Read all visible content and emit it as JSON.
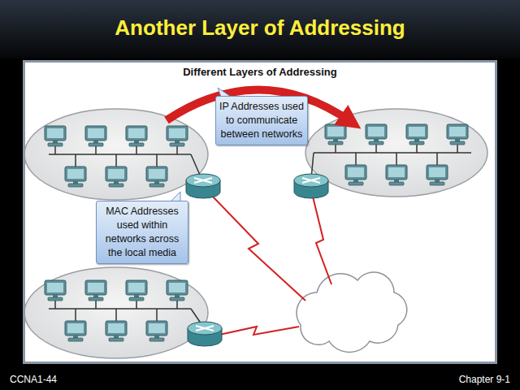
{
  "diagram": {
    "title": "Another Layer of Addressing",
    "nodes": [
      {
        "text": [
          "Different Layers of Addressing"
        ]
      },
      {
        "text": [
          "IP Addresses used to communicate between networks"
        ],
        "in": 0
      },
      {
        "text": [
          "MAC Addresses used within networks across the local media"
        ],
        "in": 0
      }
    ],
    "labels": [
      "CCNA1-44",
      "Chapter 9-1"
    ]
  }
}
